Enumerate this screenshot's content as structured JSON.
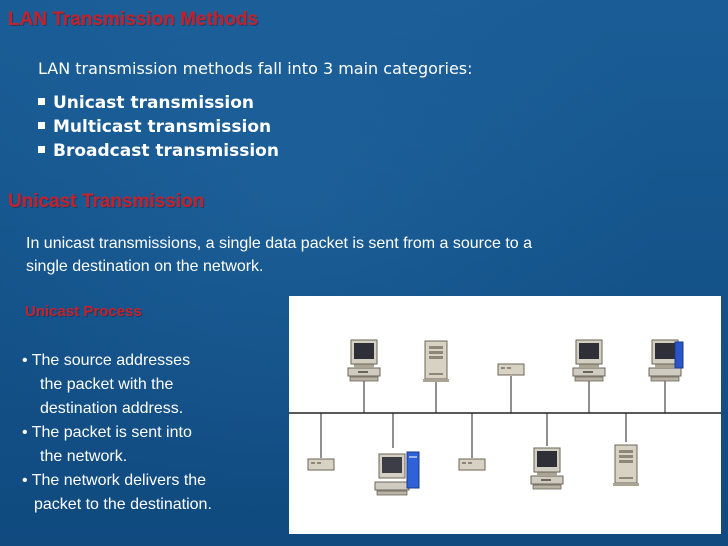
{
  "title": "LAN Transmission Methods",
  "intro": "LAN transmission methods fall into 3 main categories:",
  "categories": [
    "Unicast transmission",
    "Multicast transmission",
    "Broadcast transmission"
  ],
  "unicast_heading": "Unicast Transmission",
  "description_line1": "In unicast transmissions, a single data packet is sent from a source to a",
  "description_line2": "single destination on the network.",
  "process_heading": "Unicast Process",
  "process_lines": [
    "• The source addresses",
    "the packet with the",
    "destination address.",
    "• The packet is sent into",
    "the network.",
    "• The network delivers the",
    "packet to the destination."
  ],
  "colors": {
    "background": "#15578e",
    "heading": "#c8202a",
    "text": "#ffffff"
  },
  "diagram": {
    "top_devices": [
      "desktop-computer-icon",
      "tower-server-icon",
      "hub-icon",
      "desktop-computer-icon",
      "desktop-computer-blue-icon"
    ],
    "bottom_devices": [
      "hub-icon",
      "workstation-blue-icon",
      "hub-icon",
      "desktop-computer-icon",
      "tower-server-icon"
    ]
  }
}
